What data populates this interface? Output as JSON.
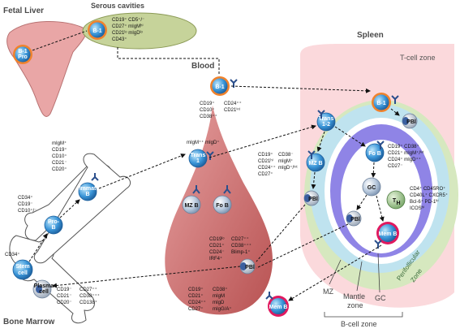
{
  "titles": {
    "fetal_liver": "Fetal Liver",
    "serous_cavities": "Serous cavities",
    "blood": "Blood",
    "spleen": "Spleen",
    "bone_marrow": "Bone Marrow",
    "t_cell_zone": "T-cell zone",
    "perifollicular_zone_1": "Perifollicular",
    "perifollicular_zone_2": "Zone",
    "mz": "MZ",
    "mantle_zone_1": "Mantle",
    "mantle_zone_2": "zone",
    "gc": "GC",
    "b_cell_zone": "B-cell zone"
  },
  "cells": {
    "b1_pro_1": "B-1",
    "b1_pro_2": "Pro",
    "b1_serous": "B-1",
    "b1_blood": "B-1",
    "b1_spleen": "B-1",
    "pbl_spleen_top": "PBl",
    "trans2_1": "Trans",
    "trans2_2": "1-2",
    "trans1_1": "Trans",
    "trans1_2": "1",
    "mzb_spleen": "MZ B",
    "fob_spleen": "Fo B",
    "gc_cell": "GC",
    "th_cell": "T",
    "th_sub": "H",
    "pbl_spleen_gc": "PBl",
    "memb_spleen": "Mem B",
    "pbl_spleen_left": "PBl",
    "mzb_blood": "MZ B",
    "fob_blood": "Fo B",
    "pbl_blood": "PBl",
    "memb_blood": "Mem B",
    "immat_1": "Immat",
    "immat_2": "B",
    "prob_1": "Pro-",
    "prob_2": "B",
    "stem_1": "Stem",
    "stem_2": "cell",
    "plasma_1": "Plasma",
    "plasma_2": "cell"
  },
  "markers": {
    "serous": [
      "CD19⁺  CD5⁺/⁻",
      "CD27⁺  mIgMʰⁱ",
      "CD21ˡᵒ  mIgDˡᵒ",
      "CD43⁺"
    ],
    "blood_b1_left": [
      "CD19⁺",
      "CD10⁺",
      "CD38⁺⁺"
    ],
    "blood_b1_right": [
      "CD24⁺⁺",
      "CD21ⁱⁿᵗ"
    ],
    "trans1_top": "mIgM⁺⁺   mIgD⁺",
    "spleen_trans_left": [
      "CD19⁺",
      "CD21ʰⁱ",
      "CD24⁺⁺",
      "CD27⁺"
    ],
    "spleen_trans_right": [
      "CD38⁻",
      "mIgM⁺",
      "mIgD⁺/ⁱⁿᵗ"
    ],
    "fob_right": [
      "CD19⁺  CD38⁺",
      "CD21⁺  mIgM⁺/ⁱⁿᵗ",
      "CD24⁺  mIgD⁺⁺",
      "CD27⁻"
    ],
    "tfh": [
      "CD4⁺  CD45RO⁺",
      "CD40L⁺  CXCR5⁺",
      "Bcl-6⁺  PD-1ʰⁱ",
      "ICOSʰⁱ"
    ],
    "immat": [
      "mIgM⁺",
      "CD19⁺",
      "CD10⁺",
      "CD21⁻",
      "CD20⁺"
    ],
    "prob": [
      "CD34⁺",
      "CD19⁻",
      "CD10⁺/⁻"
    ],
    "stem": "CD34⁺",
    "plasma_left": [
      "CD19⁻",
      "CD21⁻",
      "CD20⁻"
    ],
    "plasma_right": [
      "CD27⁺⁺",
      "CD38⁺⁺⁺",
      "CD138⁺"
    ],
    "blood_pbl_left": [
      "CD19ˡᵒ",
      "CD21⁺",
      "CD24⁻",
      "IRF4⁺"
    ],
    "blood_pbl_right": [
      "CD27⁺⁺",
      "CD38⁺⁺⁺",
      "Blimp-1⁺"
    ],
    "memb_left": [
      "CD19⁺",
      "CD21⁺",
      "CD24⁺⁺",
      "CD27⁺"
    ],
    "memb_right": [
      "CD38⁺",
      "mIgM",
      "mIgD",
      "mIgG/A⁺"
    ]
  },
  "colors": {
    "liver": "#e9a6a6",
    "blood": "#c96b6b",
    "serous": "#c6d39a",
    "t_zone": "#fbd9dc",
    "perifollicular": "#d6e8bf",
    "mz": "#bfe3ef",
    "mantle": "#8f84e6",
    "b_cell": "#3a95d8",
    "b1_ring": "#f0822c",
    "memb_ring": "#e0195f"
  }
}
